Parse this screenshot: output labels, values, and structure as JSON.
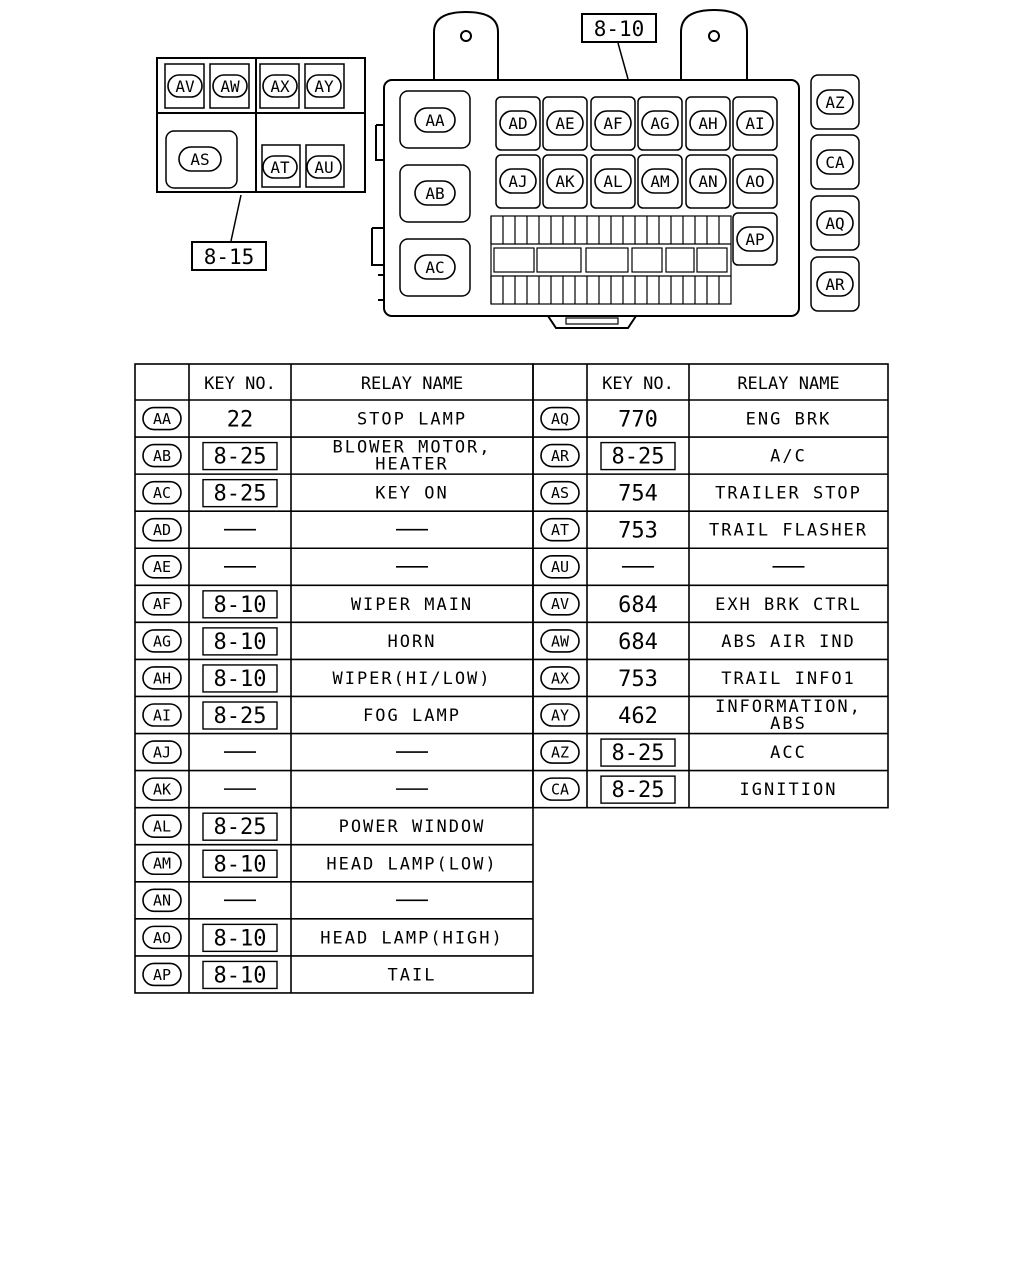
{
  "diagram": {
    "callouts": {
      "ref_8_10": "8-10",
      "ref_8_15": "8-15"
    },
    "small_box": {
      "top_row": [
        "AV",
        "AW",
        "AX",
        "AY"
      ],
      "bottom_left": "AS",
      "bottom_right": [
        "AT",
        "AU"
      ]
    },
    "main_box": {
      "left_column": [
        "AA",
        "AB",
        "AC"
      ],
      "row1": [
        "AD",
        "AE",
        "AF",
        "AG",
        "AH",
        "AI"
      ],
      "row2": [
        "AJ",
        "AK",
        "AL",
        "AM",
        "AN",
        "AO"
      ],
      "extra": "AP"
    },
    "side_relays": [
      "AZ",
      "CA",
      "AQ",
      "AR"
    ]
  },
  "table": {
    "headers": {
      "key_no": "KEY NO.",
      "relay_name": "RELAY NAME"
    },
    "left_rows": [
      {
        "id": "AA",
        "key": "22",
        "boxed": false,
        "name": "STOP LAMP"
      },
      {
        "id": "AB",
        "key": "8-25",
        "boxed": true,
        "name": "BLOWER MOTOR,\nHEATER"
      },
      {
        "id": "AC",
        "key": "8-25",
        "boxed": true,
        "name": "KEY ON"
      },
      {
        "id": "AD",
        "key": "—",
        "boxed": false,
        "name": "—"
      },
      {
        "id": "AE",
        "key": "—",
        "boxed": false,
        "name": "—"
      },
      {
        "id": "AF",
        "key": "8-10",
        "boxed": true,
        "name": "WIPER MAIN"
      },
      {
        "id": "AG",
        "key": "8-10",
        "boxed": true,
        "name": "HORN"
      },
      {
        "id": "AH",
        "key": "8-10",
        "boxed": true,
        "name": "WIPER(HI/LOW)"
      },
      {
        "id": "AI",
        "key": "8-25",
        "boxed": true,
        "name": "FOG LAMP"
      },
      {
        "id": "AJ",
        "key": "—",
        "boxed": false,
        "name": "—"
      },
      {
        "id": "AK",
        "key": "—",
        "boxed": false,
        "name": "—"
      },
      {
        "id": "AL",
        "key": "8-25",
        "boxed": true,
        "name": "POWER WINDOW"
      },
      {
        "id": "AM",
        "key": "8-10",
        "boxed": true,
        "name": "HEAD LAMP(LOW)"
      },
      {
        "id": "AN",
        "key": "—",
        "boxed": false,
        "name": "—"
      },
      {
        "id": "AO",
        "key": "8-10",
        "boxed": true,
        "name": "HEAD LAMP(HIGH)"
      },
      {
        "id": "AP",
        "key": "8-10",
        "boxed": true,
        "name": "TAIL"
      }
    ],
    "right_rows": [
      {
        "id": "AQ",
        "key": "770",
        "boxed": false,
        "name": "ENG BRK"
      },
      {
        "id": "AR",
        "key": "8-25",
        "boxed": true,
        "name": "A/C"
      },
      {
        "id": "AS",
        "key": "754",
        "boxed": false,
        "name": "TRAILER STOP"
      },
      {
        "id": "AT",
        "key": "753",
        "boxed": false,
        "name": "TRAIL FLASHER"
      },
      {
        "id": "AU",
        "key": "—",
        "boxed": false,
        "name": "—"
      },
      {
        "id": "AV",
        "key": "684",
        "boxed": false,
        "name": "EXH BRK CTRL"
      },
      {
        "id": "AW",
        "key": "684",
        "boxed": false,
        "name": "ABS AIR IND"
      },
      {
        "id": "AX",
        "key": "753",
        "boxed": false,
        "name": "TRAIL INFO1"
      },
      {
        "id": "AY",
        "key": "462",
        "boxed": false,
        "name": "INFORMATION,\nABS"
      },
      {
        "id": "AZ",
        "key": "8-25",
        "boxed": true,
        "name": "ACC"
      },
      {
        "id": "CA",
        "key": "8-25",
        "boxed": true,
        "name": "IGNITION"
      }
    ]
  }
}
